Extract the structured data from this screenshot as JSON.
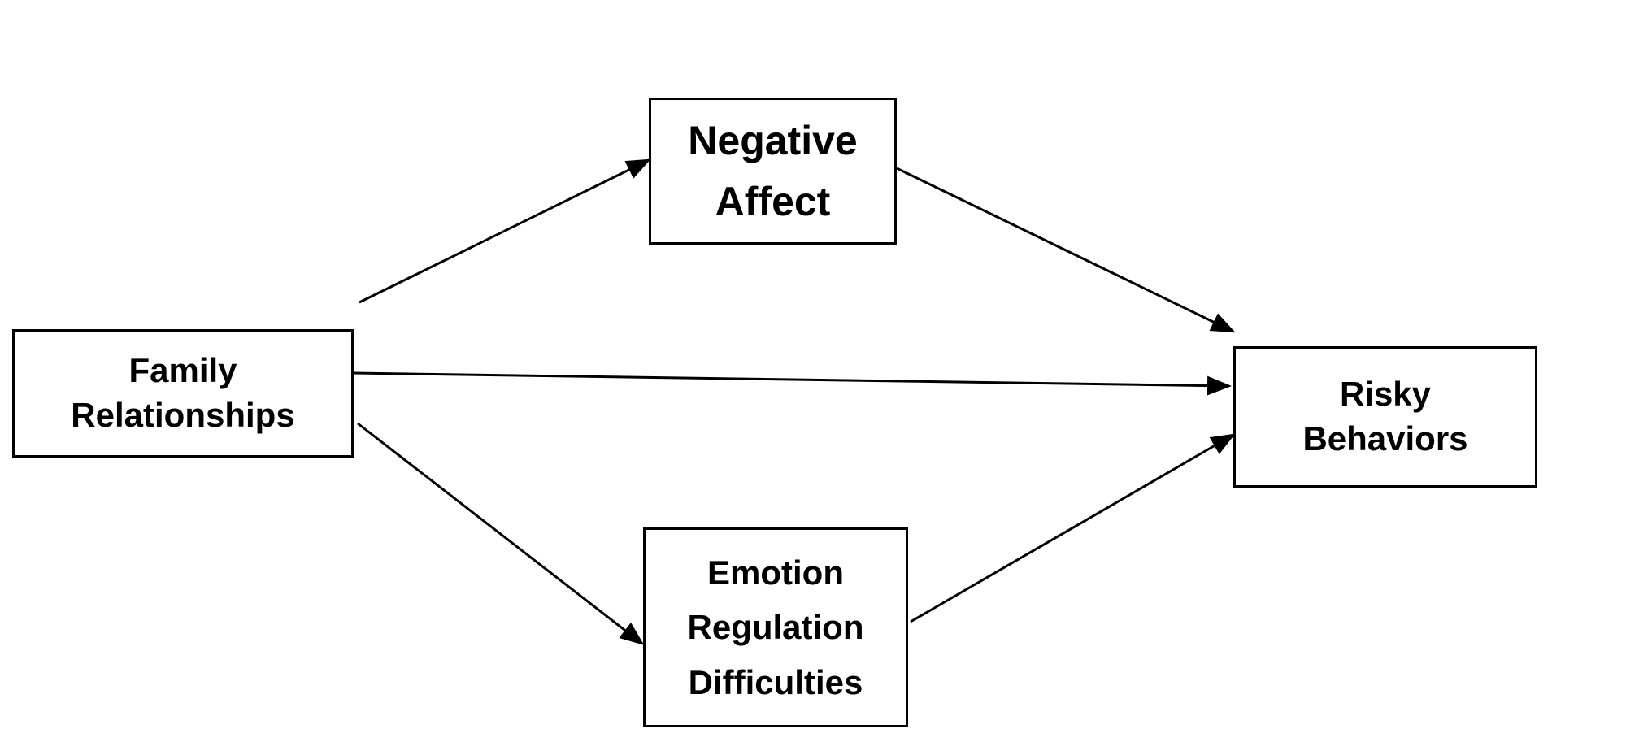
{
  "diagram": {
    "nodes": {
      "family": {
        "line1": "Family",
        "line2": "Relationships"
      },
      "negative": {
        "line1": "Negative",
        "line2": "Affect"
      },
      "risky": {
        "line1": "Risky",
        "line2": "Behaviors"
      },
      "emotion": {
        "line1": "Emotion",
        "line2": "Regulation",
        "line3": "Difficulties"
      }
    },
    "edges": [
      {
        "from": "family",
        "to": "negative"
      },
      {
        "from": "negative",
        "to": "risky"
      },
      {
        "from": "family",
        "to": "risky"
      },
      {
        "from": "family",
        "to": "emotion"
      },
      {
        "from": "emotion",
        "to": "risky"
      }
    ],
    "colors": {
      "stroke": "#000000",
      "background": "#ffffff"
    }
  }
}
